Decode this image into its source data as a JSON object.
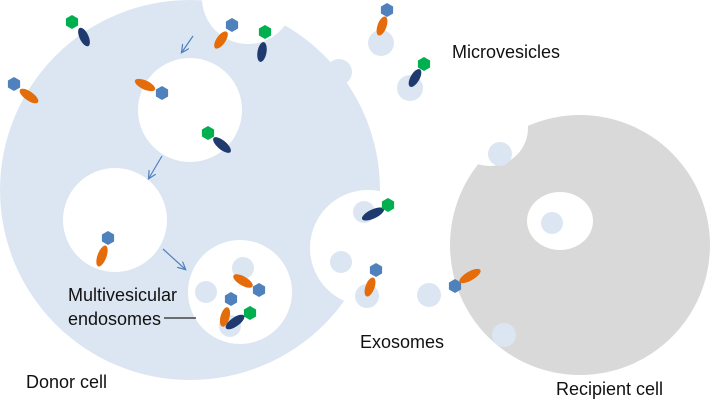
{
  "labels": {
    "microvesicles": "Microvesicles",
    "multivesicular_1": "Multivesicular",
    "multivesicular_2": "endosomes",
    "exosomes": "Exosomes",
    "donor_cell": "Donor cell",
    "recipient_cell": "Recipient cell"
  },
  "colors": {
    "donor_cell": "#dce6f2",
    "recipient_cell": "#d9d9d9",
    "vesicle": "#dce6f2",
    "receptor_orange": "#e46c0a",
    "receptor_navy": "#1f3a6e",
    "ligand_blue": "#4f81bd",
    "ligand_green": "#00b050",
    "arrow": "#4f81bd"
  }
}
